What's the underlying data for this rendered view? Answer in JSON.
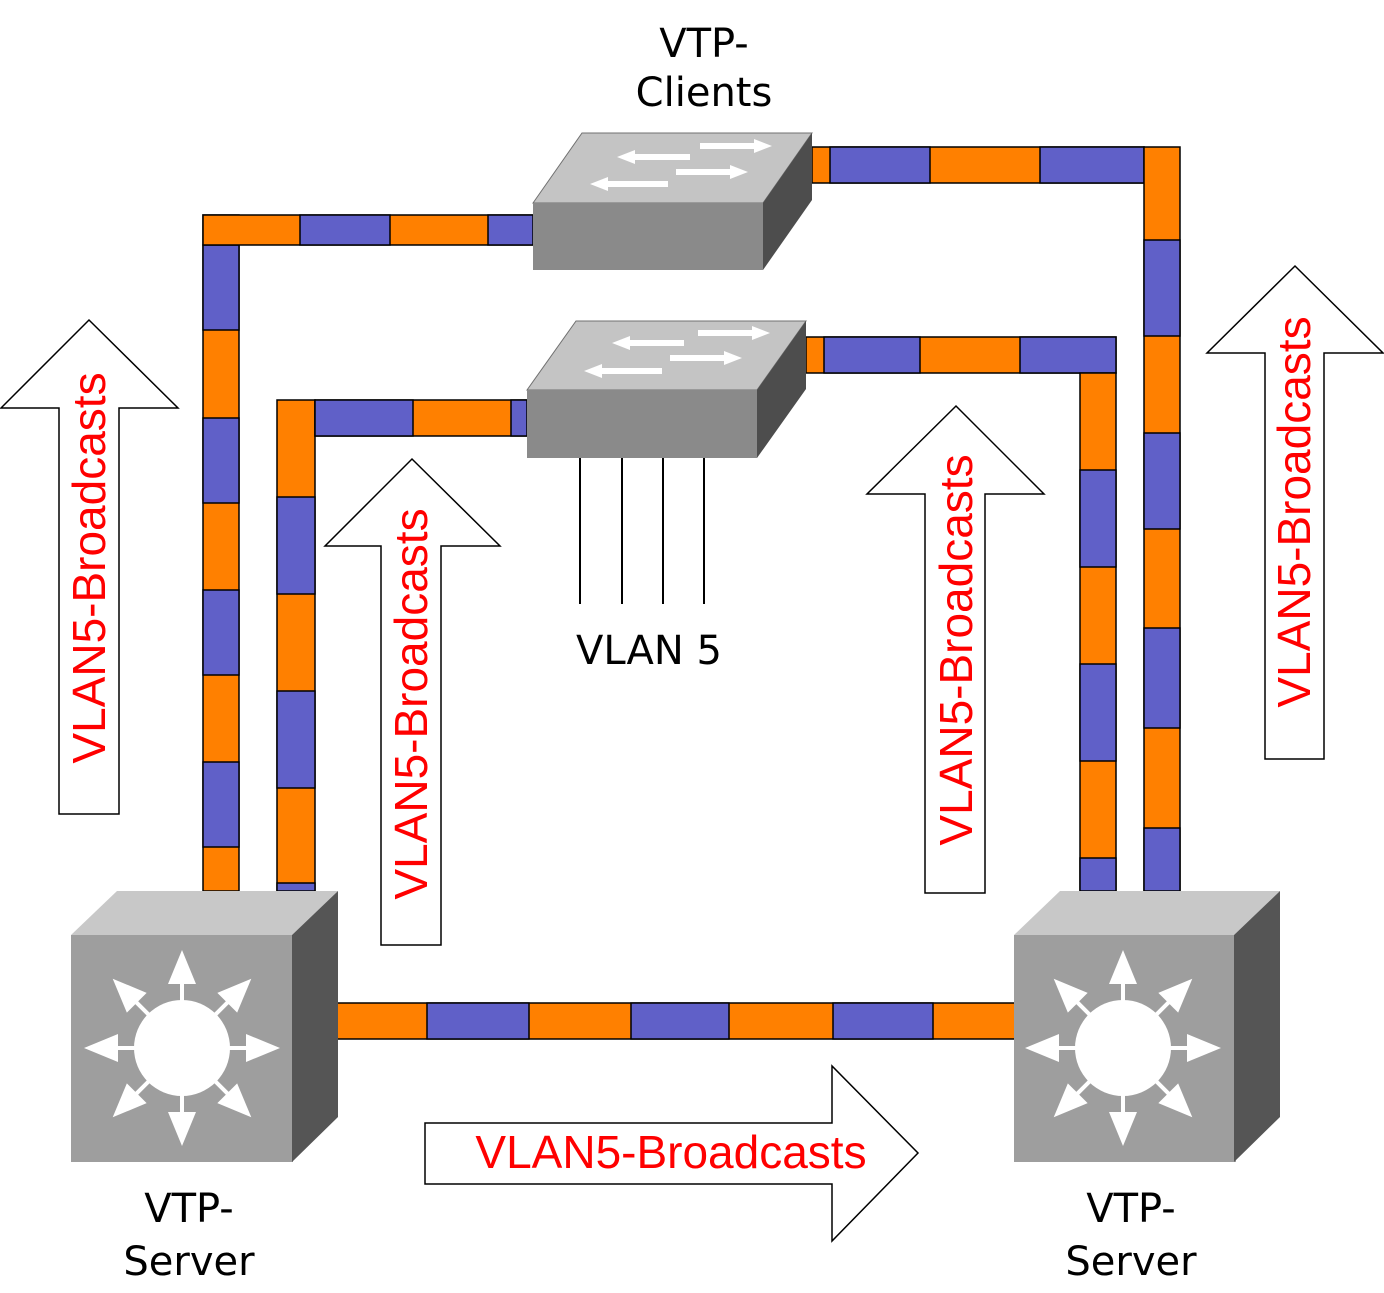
{
  "labels": {
    "clients_line1": "VTP-",
    "clients_line2": "Clients",
    "server_left_line1": "VTP-",
    "server_left_line2": "Server",
    "server_right_line1": "VTP-",
    "server_right_line2": "Server",
    "vlan": "VLAN 5"
  },
  "arrows": {
    "far_left": "VLAN5-Broadcasts",
    "inner_left": "VLAN5-Broadcasts",
    "inner_right": "VLAN5-Broadcasts",
    "far_right": "VLAN5-Broadcasts",
    "bottom": "VLAN5-Broadcasts"
  },
  "colors": {
    "trunk_orange": "#ff8000",
    "trunk_blue": "#6060c8",
    "broadcast_text": "#ff0000",
    "device_gray": "#a0a0a0"
  },
  "icons": {
    "multilayer_switch": "multilayer-switch-icon",
    "workgroup_switch": "workgroup-switch-icon"
  }
}
